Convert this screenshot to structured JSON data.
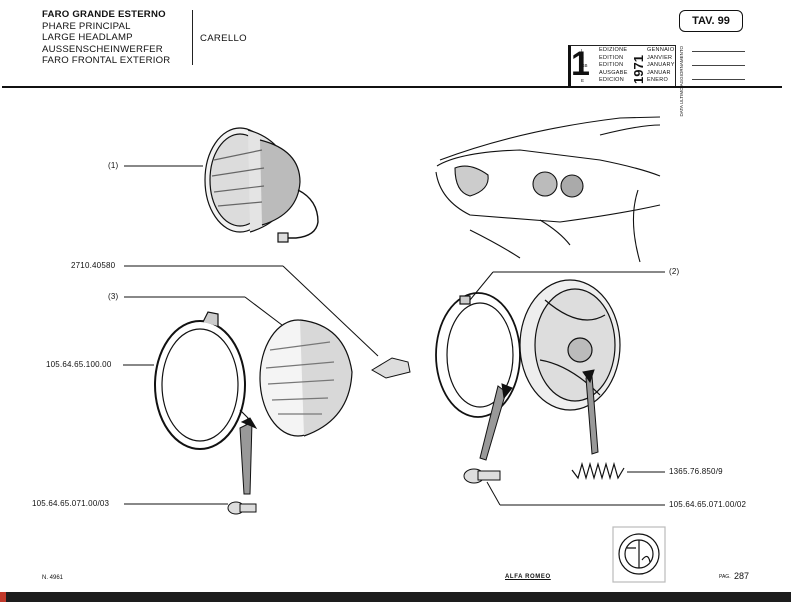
{
  "header": {
    "titles": [
      "FARO GRANDE ESTERNO",
      "PHARE PRINCIPAL",
      "LARGE HEADLAMP",
      "AUSSENSCHEINWERFER",
      "FARO FRONTAL EXTERIOR"
    ],
    "model": "CARELLO",
    "table": "TAV. 99"
  },
  "edition": {
    "number": "1",
    "year": "1971",
    "langs": [
      "I",
      "F",
      "GB",
      "D",
      "E"
    ],
    "words": [
      "EDIZIONE",
      "EDITION",
      "EDITION",
      "AUSGABE",
      "EDICION"
    ],
    "months": [
      "GENNAIO",
      "JANVIER",
      "JANUARY",
      "JANUAR",
      "ENERO"
    ],
    "update_label": "DATA ULTIMO AGGIORNAMENTO"
  },
  "callouts": {
    "c1": "(1)",
    "c2": "(2)",
    "c3": "(3)",
    "p_2710": "2710.40580",
    "p_105_100": "105.64.65.100.00",
    "p_105_071_03": "105.64.65.071.00/03",
    "p_1365": "1365.76.850/9",
    "p_105_071_02": "105.64.65.071.00/02"
  },
  "footer": {
    "n": "N. 4961",
    "brand": "ALFA ROMEO",
    "pag_label": "PAG.",
    "page": "287"
  }
}
